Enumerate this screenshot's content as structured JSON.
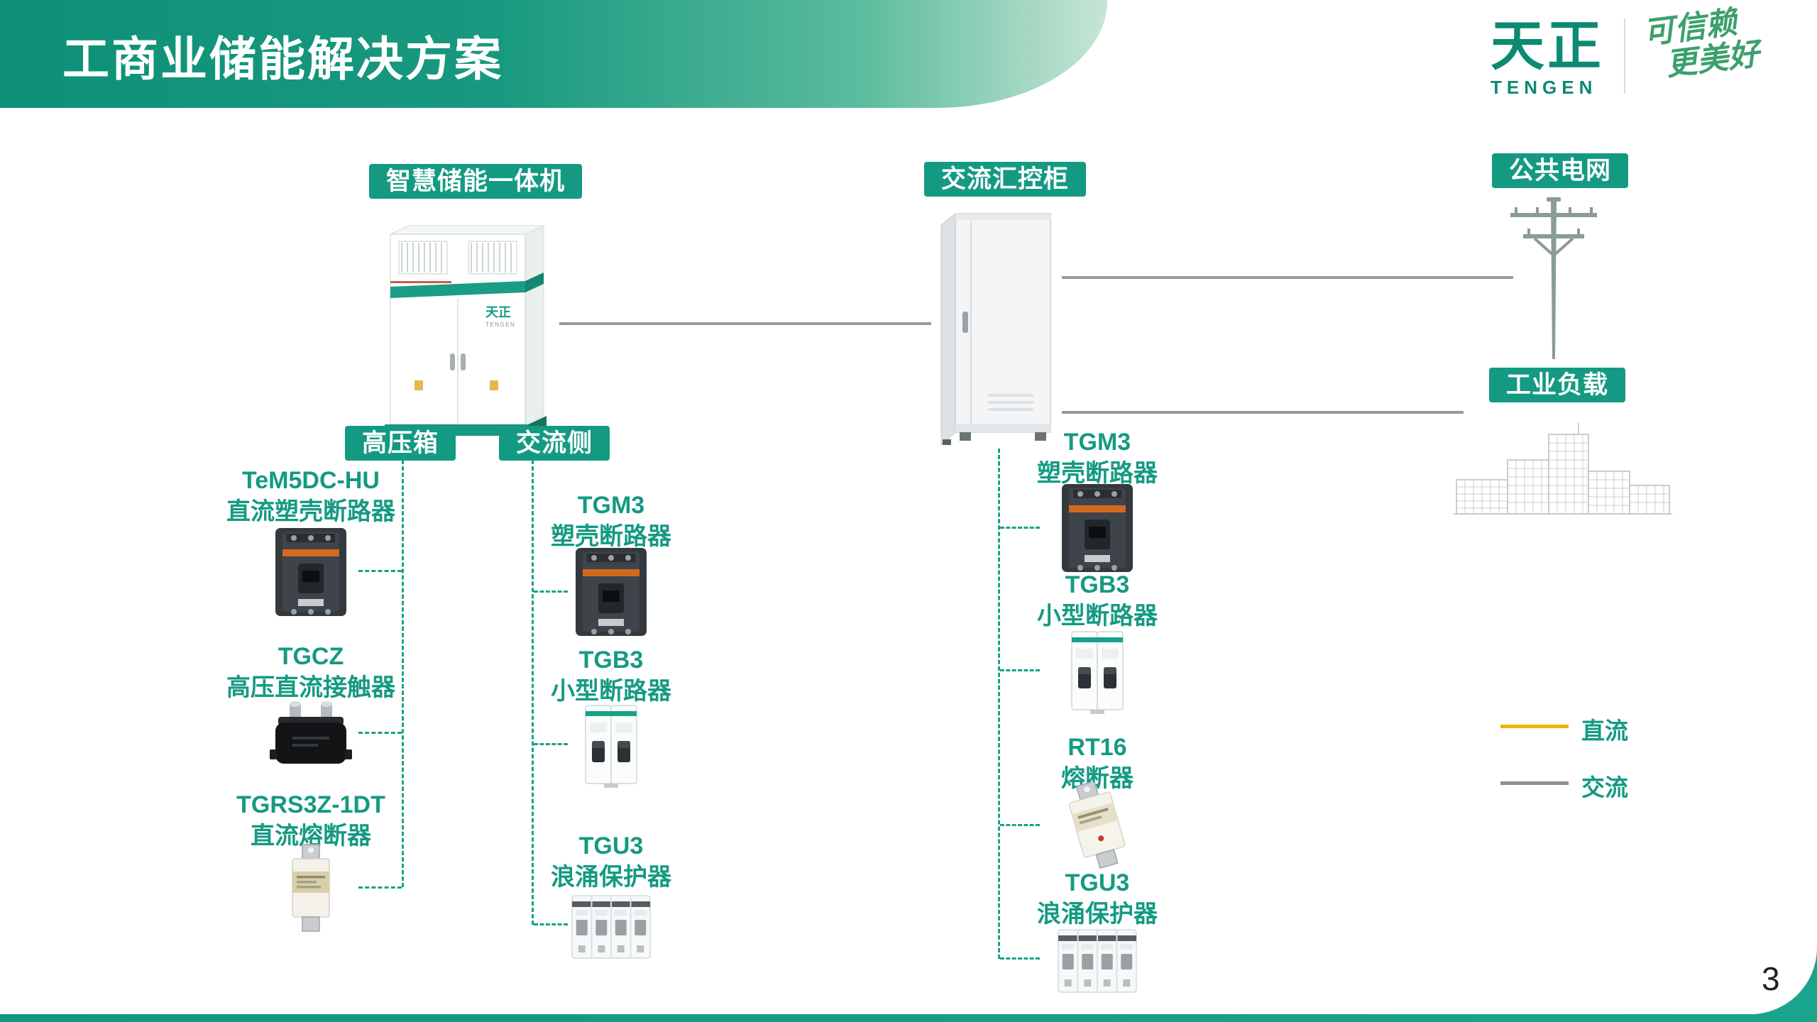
{
  "slide": {
    "title": "工商业储能解决方案",
    "page_number": "3"
  },
  "logo": {
    "name": "天正",
    "sub": "TENGEN",
    "slogan_line1": "可信赖",
    "slogan_line2": "更美好"
  },
  "labels": {
    "storage_unit": "智慧储能一体机",
    "ac_cabinet": "交流汇控柜",
    "public_grid": "公共电网",
    "industrial_load": "工业负载",
    "hv_box": "高压箱",
    "ac_side": "交流侧"
  },
  "ess": {
    "brand": "天正",
    "brand_sub": "TENGEN"
  },
  "columns": {
    "hv_box": [
      {
        "model": "TeM5DC-HU",
        "name": "直流塑壳断路器"
      },
      {
        "model": "TGCZ",
        "name": "高压直流接触器"
      },
      {
        "model": "TGRS3Z-1DT",
        "name": "直流熔断器"
      }
    ],
    "ac_side": [
      {
        "model": "TGM3",
        "name": "塑壳断路器"
      },
      {
        "model": "TGB3",
        "name": "小型断路器"
      },
      {
        "model": "TGU3",
        "name": "浪涌保护器"
      }
    ],
    "ac_cabinet": [
      {
        "model": "TGM3",
        "name": "塑壳断路器"
      },
      {
        "model": "TGB3",
        "name": "小型断路器"
      },
      {
        "model": "RT16",
        "name": "熔断器"
      },
      {
        "model": "TGU3",
        "name": "浪涌保护器"
      }
    ]
  },
  "legend": {
    "dc": {
      "label": "直流",
      "color": "#f0b400"
    },
    "ac": {
      "label": "交流",
      "color": "#8f8f8f"
    }
  },
  "colors": {
    "teal": "#149a82",
    "teal_dark": "#0c8a72",
    "dc_yellow": "#f0b400",
    "ac_gray": "#9a9a9a"
  }
}
